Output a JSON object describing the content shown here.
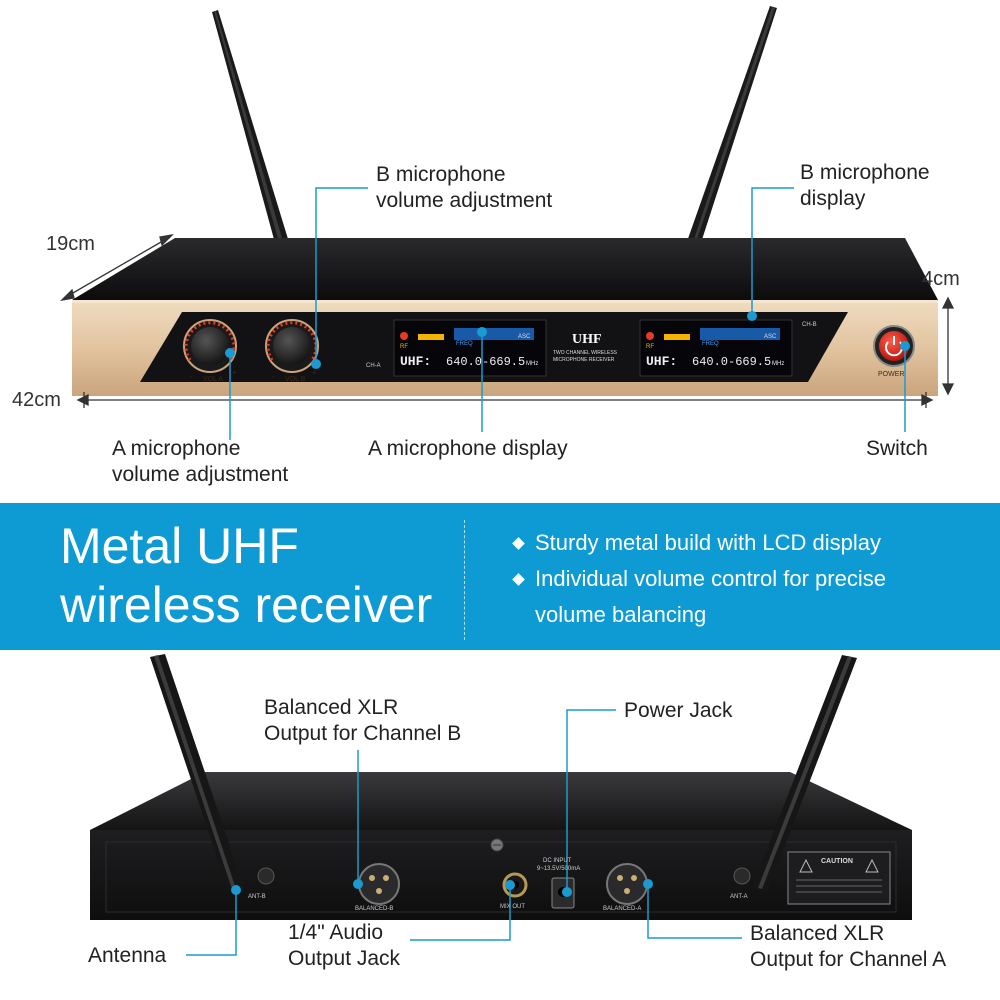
{
  "front": {
    "dimensions": {
      "depth": "19cm",
      "height": "4cm",
      "width": "42cm"
    },
    "callouts": {
      "b_volume_line1": "B microphone",
      "b_volume_line2": "volume adjustment",
      "b_display_line1": "B microphone",
      "b_display_line2": "display",
      "a_volume_line1": "A microphone",
      "a_volume_line2": "volume adjustment",
      "a_display": "A microphone display",
      "switch": "Switch"
    },
    "panel": {
      "vol_a": "VOL A",
      "vol_b": "VOL B",
      "minus": "-",
      "plus": "+",
      "ch_a": "CH-A",
      "ch_b": "CH-B",
      "brand": "UHF",
      "brand_sub_line1": "TWO CHANNEL WIRELESS",
      "brand_sub_line2": "MICROPHONE RECEIVER",
      "power": "POWER",
      "lcd": {
        "rf": "RF",
        "freq": "FREQ",
        "asc": "ASC",
        "band_prefix": "UHF:",
        "range": "640.0-669.5",
        "unit": "MHz"
      }
    }
  },
  "banner": {
    "headline_line1": "Metal UHF",
    "headline_line2": "wireless receiver",
    "features": [
      "Sturdy metal build with LCD display",
      "Individual volume control for precise",
      "volume balancing"
    ]
  },
  "back": {
    "callouts": {
      "xlr_b_line1": "Balanced XLR",
      "xlr_b_line2": "Output for Channel B",
      "power_jack": "Power Jack",
      "antenna": "Antenna",
      "audio_line1": "1/4\" Audio",
      "audio_line2": "Output Jack",
      "xlr_a_line1": "Balanced XLR",
      "xlr_a_line2": "Output for Channel A"
    },
    "panel": {
      "balanced_b": "BALANCED-B",
      "mix_out": "MIX OUT",
      "dc_input_line1": "DC INPUT",
      "dc_input_line2": "9~13.5V/500mA",
      "balanced_a": "BALANCED-A",
      "ant_b": "ANT-B",
      "ant_a": "ANT-A",
      "caution": "CAUTION"
    }
  },
  "colors": {
    "accent": "#0e9ad3",
    "callout_line": "#1a9ad0",
    "gold": "#e2c6a0",
    "chassis": "#1c1c1e"
  }
}
